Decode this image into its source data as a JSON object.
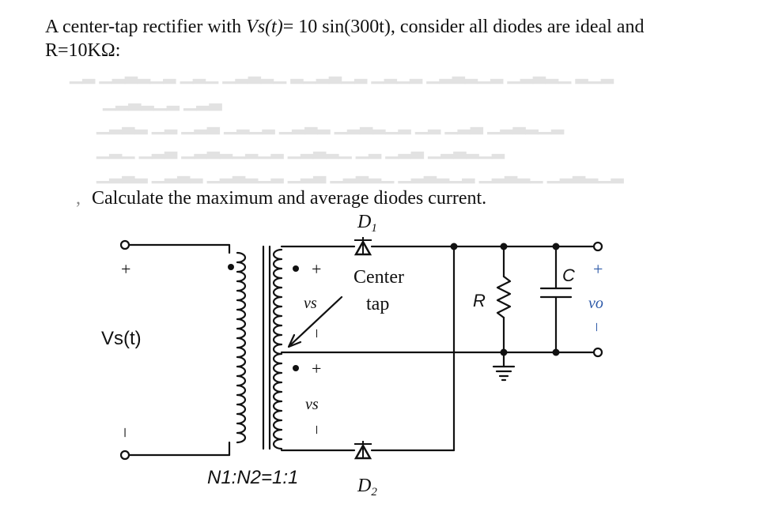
{
  "question": {
    "line1_prefix": "A center-tap rectifier with ",
    "line1_vs": "Vs(t)",
    "line1_mid": "= 10 sin(300t), consider all diodes are ideal and",
    "line2": "R=10KΩ:"
  },
  "task_calc": {
    "bullet": ",",
    "text": "Calculate the maximum and average diodes current."
  },
  "circuit": {
    "d1_label": "D",
    "d1_sub": "1",
    "d2_label": "D",
    "d2_sub": "2",
    "center_tap_line1": "Center",
    "center_tap_line2": "tap",
    "vs_source": "Vs(t)",
    "plus": "+",
    "minus": "–",
    "vs_secondary_top": "vs",
    "vs_secondary_bottom": "vs",
    "ratio": "N1:N2=1:1",
    "resistor_label": "R",
    "capacitor_label": "C",
    "output_label": "vo"
  }
}
